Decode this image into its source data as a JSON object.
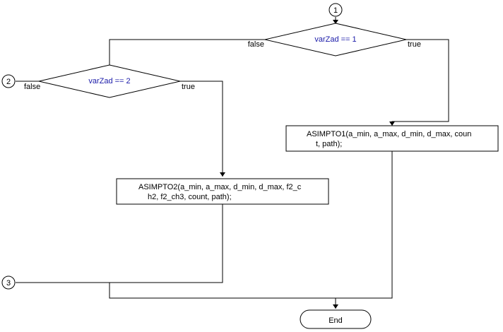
{
  "connectors": {
    "c1": "1",
    "c2": "2",
    "c3": "3"
  },
  "decisions": {
    "d1": {
      "condition": "varZad == 1",
      "false_label": "false",
      "true_label": "true"
    },
    "d2": {
      "condition": "varZad == 2",
      "false_label": "false",
      "true_label": "true"
    }
  },
  "processes": {
    "p1": {
      "line1": "ASIMPTO1(a_min, a_max, d_min, d_max, coun",
      "line2": "t, path);"
    },
    "p2": {
      "line1": "ASIMPTO2(a_min, a_max, d_min, d_max, f2_c",
      "line2": "h2, f2_ch3, count, path);"
    }
  },
  "terminator": {
    "end_label": "End"
  },
  "colors": {
    "condition_text": "#1a1aa8",
    "stroke": "#000000",
    "background": "#ffffff"
  }
}
